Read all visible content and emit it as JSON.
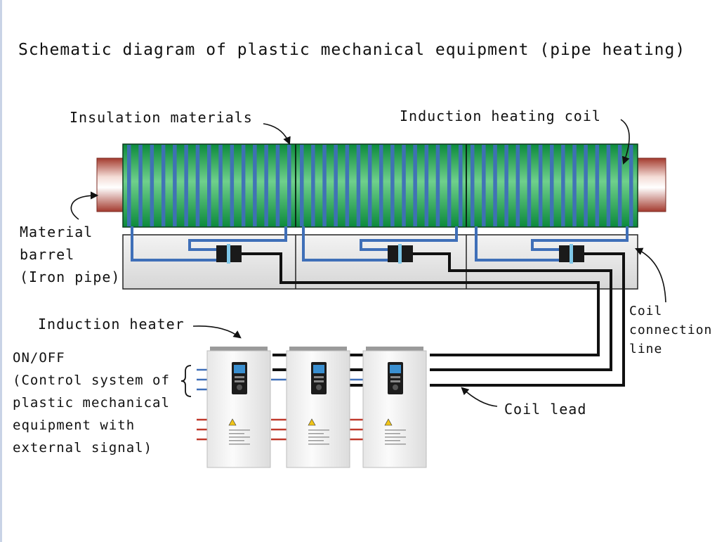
{
  "title": "Schematic diagram of plastic mechanical equipment (pipe heating)",
  "labels": {
    "insulation": "Insulation materials",
    "induction_coil": "Induction heating coil",
    "barrel_1": "Material",
    "barrel_2": "barrel",
    "barrel_3": "(Iron pipe)",
    "heater": "Induction heater",
    "onoff_1": "ON/OFF",
    "onoff_2": "(Control system of",
    "onoff_3": "plastic mechanical",
    "onoff_4": "equipment with",
    "onoff_5": "external signal)",
    "coil_conn_1": "Coil",
    "coil_conn_2": "connection",
    "coil_conn_3": "line",
    "coil_lead": "Coil lead"
  },
  "colors": {
    "insulation_green": "#12a04a",
    "coil_blue": "#3f6fb8",
    "pipe_red": "#b03a2e",
    "wire_black": "#111111",
    "signal_blue": "#3f6fb8",
    "signal_red": "#c0392b",
    "heater_body": "#f2f2f2"
  },
  "icons": {
    "heater": "induction-heater-unit-icon",
    "connector": "terminal-connector-icon",
    "brace": "curly-brace-icon"
  },
  "counts": {
    "sections": 3,
    "heaters": 3
  }
}
